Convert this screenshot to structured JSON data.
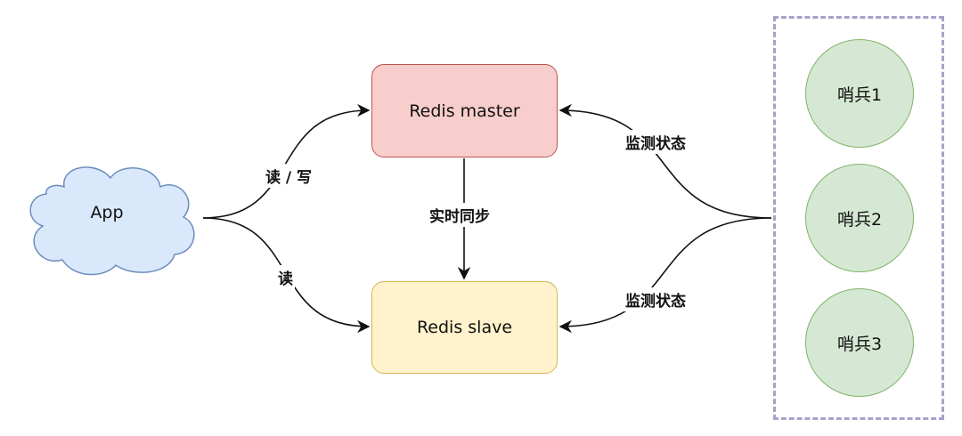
{
  "nodes": {
    "app": "App",
    "master": "Redis master",
    "slave": "Redis slave",
    "sentinels": [
      "哨兵1",
      "哨兵2",
      "哨兵3"
    ]
  },
  "edges": {
    "read_write": "读 / 写",
    "read": "读",
    "sync": "实时同步",
    "monitor_master": "监测状态",
    "monitor_slave": "监测状态"
  },
  "colors": {
    "master_fill": "#f8cecc",
    "master_stroke": "#b85450",
    "slave_fill": "#fff2cc",
    "slave_stroke": "#d6b656",
    "sentinel_fill": "#d5e8d4",
    "sentinel_stroke": "#82b366",
    "app_fill": "#dae8fc",
    "app_stroke": "#6c8ebf",
    "group_border": "#a3a3c9"
  }
}
